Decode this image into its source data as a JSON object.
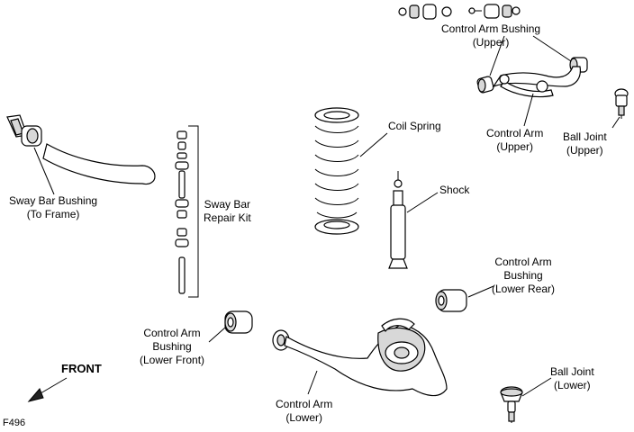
{
  "labels": {
    "control_arm_bushing_upper": [
      "Control Arm Bushing",
      "(Upper)"
    ],
    "coil_spring": [
      "Coil Spring"
    ],
    "control_arm_upper": [
      "Control Arm",
      "(Upper)"
    ],
    "ball_joint_upper": [
      "Ball Joint",
      "(Upper)"
    ],
    "sway_bar_bushing": [
      "Sway Bar Bushing",
      "(To Frame)"
    ],
    "sway_bar_repair_kit": [
      "Sway Bar",
      "Repair Kit"
    ],
    "shock": [
      "Shock"
    ],
    "control_arm_bushing_lower_rear": [
      "Control Arm",
      "Bushing",
      "(Lower Rear)"
    ],
    "control_arm_bushing_lower_front": [
      "Control Arm",
      "Bushing",
      "(Lower Front)"
    ],
    "control_arm_lower": [
      "Control Arm",
      "(Lower)"
    ],
    "ball_joint_lower": [
      "Ball Joint",
      "(Lower)"
    ]
  },
  "front_label": "FRONT",
  "figure_id": "F496"
}
